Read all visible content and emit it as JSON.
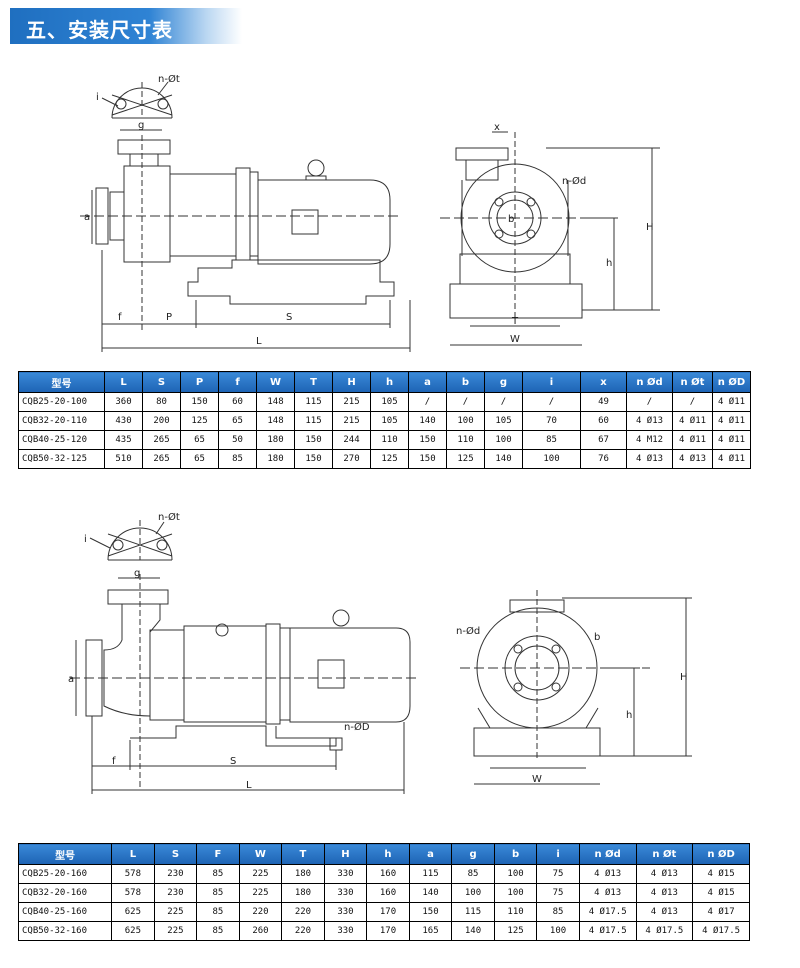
{
  "section_title": "五、安装尺寸表",
  "drawing1": {
    "side_labels": [
      "n-Øt",
      "i",
      "g",
      "a",
      "f",
      "P",
      "S",
      "L"
    ],
    "front_labels": [
      "x",
      "n-Ød",
      "b",
      "H",
      "h",
      "T",
      "W"
    ]
  },
  "drawing2": {
    "side_labels": [
      "n-Øt",
      "i",
      "g",
      "a",
      "n-ØD",
      "f",
      "S",
      "L"
    ],
    "front_labels": [
      "n-Ød",
      "b",
      "H",
      "h",
      "W"
    ]
  },
  "table1": {
    "headers": [
      "型号",
      "L",
      "S",
      "P",
      "f",
      "W",
      "T",
      "H",
      "h",
      "a",
      "b",
      "g",
      "i",
      "x",
      "n Ød",
      "n Øt",
      "n ØD"
    ],
    "rows": [
      [
        "CQB25-20-100",
        "360",
        "80",
        "150",
        "60",
        "148",
        "115",
        "215",
        "105",
        "/",
        "/",
        "/",
        "/",
        "49",
        "/",
        "/",
        "4 Ø11"
      ],
      [
        "CQB32-20-110",
        "430",
        "200",
        "125",
        "65",
        "148",
        "115",
        "215",
        "105",
        "140",
        "100",
        "105",
        "70",
        "60",
        "4 Ø13",
        "4 Ø11",
        "4 Ø11"
      ],
      [
        "CQB40-25-120",
        "435",
        "265",
        "65",
        "50",
        "180",
        "150",
        "244",
        "110",
        "150",
        "110",
        "100",
        "85",
        "67",
        "4 M12",
        "4 Ø11",
        "4 Ø11"
      ],
      [
        "CQB50-32-125",
        "510",
        "265",
        "65",
        "85",
        "180",
        "150",
        "270",
        "125",
        "150",
        "125",
        "140",
        "100",
        "76",
        "4 Ø13",
        "4 Ø13",
        "4 Ø11"
      ]
    ]
  },
  "table2": {
    "headers": [
      "型号",
      "L",
      "S",
      "F",
      "W",
      "T",
      "H",
      "h",
      "a",
      "g",
      "b",
      "i",
      "n Ød",
      "n Øt",
      "n ØD"
    ],
    "rows": [
      [
        "CQB25-20-160",
        "578",
        "230",
        "85",
        "225",
        "180",
        "330",
        "160",
        "115",
        "85",
        "100",
        "75",
        "4 Ø13",
        "4 Ø13",
        "4 Ø15"
      ],
      [
        "CQB32-20-160",
        "578",
        "230",
        "85",
        "225",
        "180",
        "330",
        "160",
        "140",
        "100",
        "100",
        "75",
        "4 Ø13",
        "4 Ø13",
        "4 Ø15"
      ],
      [
        "CQB40-25-160",
        "625",
        "225",
        "85",
        "220",
        "220",
        "330",
        "170",
        "150",
        "115",
        "110",
        "85",
        "4 Ø17.5",
        "4 Ø13",
        "4 Ø17"
      ],
      [
        "CQB50-32-160",
        "625",
        "225",
        "85",
        "260",
        "220",
        "330",
        "170",
        "165",
        "140",
        "125",
        "100",
        "4 Ø17.5",
        "4 Ø17.5",
        "4 Ø17.5"
      ]
    ]
  }
}
